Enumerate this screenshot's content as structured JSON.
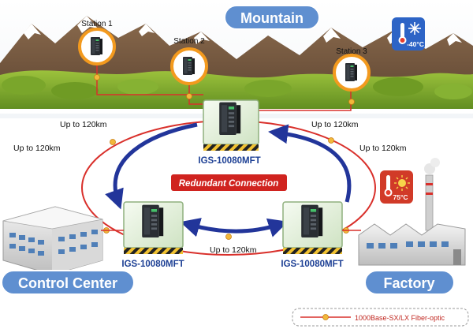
{
  "regions": {
    "mountain": "Mountain",
    "control_center": "Control Center",
    "factory": "Factory"
  },
  "stations": [
    "Station 1",
    "Station 2",
    "Station 3"
  ],
  "distance_labels": {
    "top_left": "Up to 120km",
    "top_right": "Up to 120km",
    "left": "Up to 120km",
    "right": "Up to 120km",
    "bottom": "Up to 120km"
  },
  "switches": {
    "top": "IGS-10080MFT",
    "left": "IGS-10080MFT",
    "right": "IGS-10080MFT"
  },
  "redundant_label": "Redundant Connection",
  "temperatures": {
    "cold": "-40°C",
    "hot": "75°C"
  },
  "legend": {
    "fiber_label": "1000Base-SX/LX Fiber-optic"
  },
  "colors": {
    "region_pill": "#5f8fd0",
    "fiber": "#d9302b",
    "arrow": "#22359a",
    "model_text": "#1c3f94",
    "cold_badge": "#2d64c6",
    "hot_badge": "#d13a28",
    "station_ring": "#f39a1e"
  },
  "icons": [
    "snowflake-thermometer-icon",
    "sun-thermometer-icon",
    "industrial-switch-icon",
    "fiber-connector-icon",
    "office-building-icon",
    "factory-icon"
  ]
}
